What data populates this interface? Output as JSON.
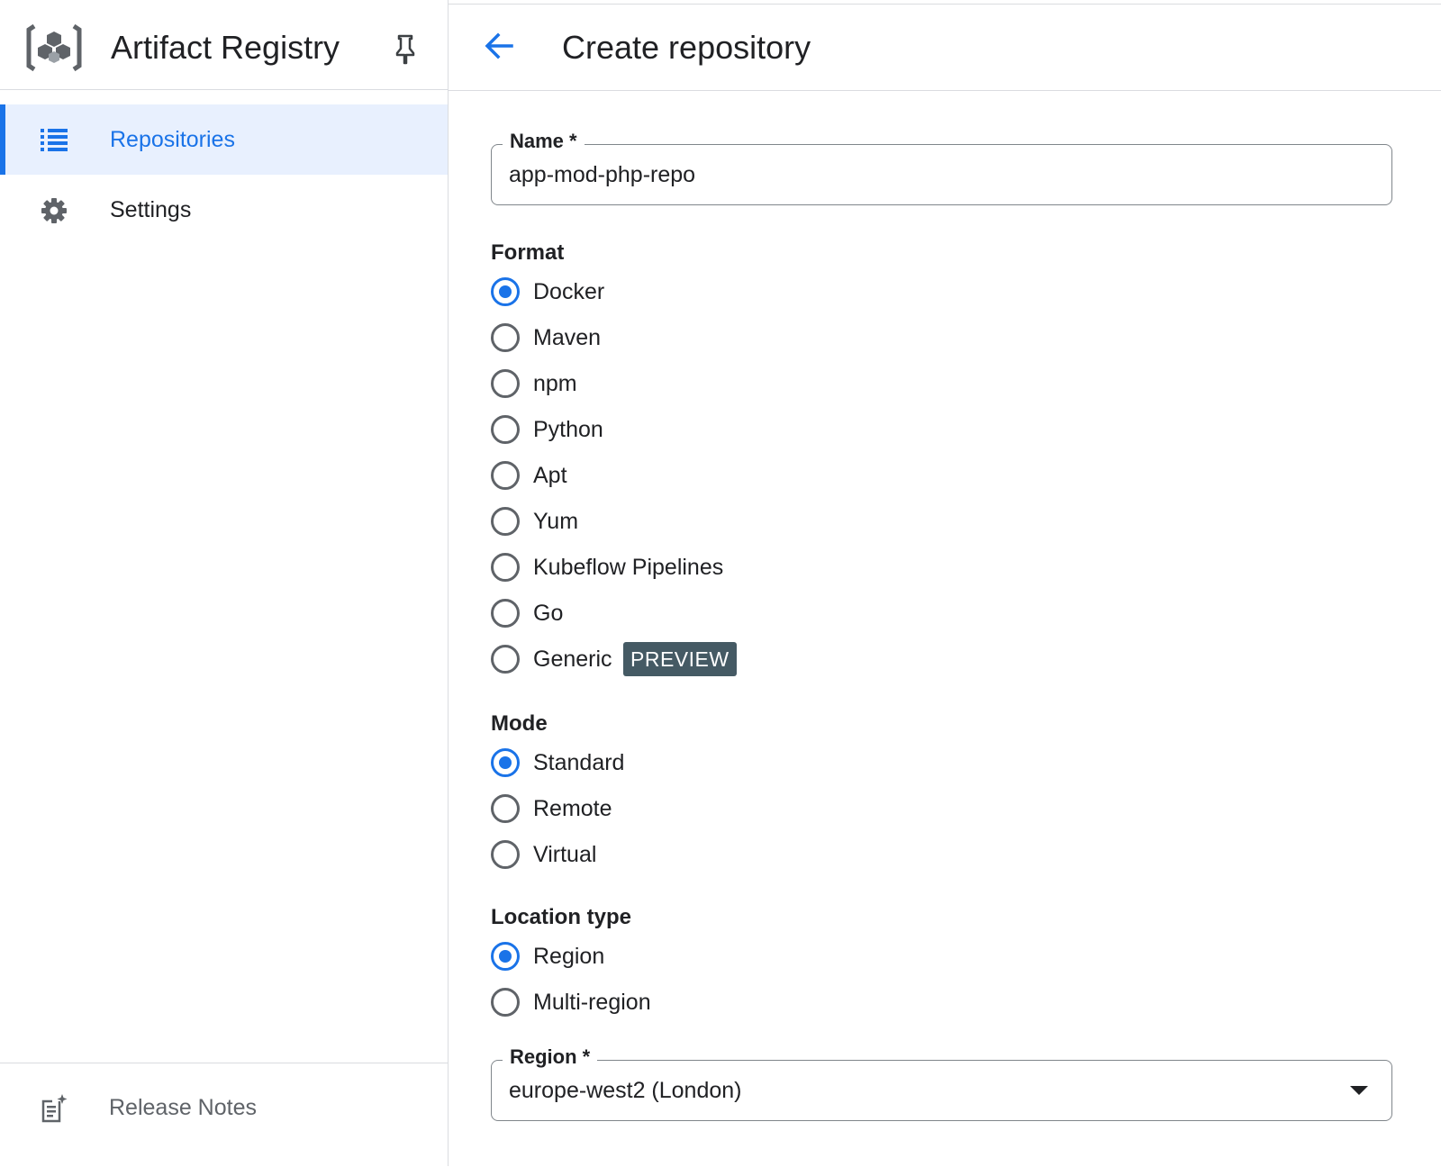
{
  "sidebar": {
    "app_title": "Artifact Registry",
    "logo_icon": "artifact-registry-logo-icon",
    "pin_icon": "pin-icon",
    "items": [
      {
        "label": "Repositories",
        "icon": "list-icon",
        "active": true
      },
      {
        "label": "Settings",
        "icon": "gear-icon",
        "active": false
      }
    ],
    "footer": {
      "label": "Release Notes",
      "icon": "release-notes-icon"
    }
  },
  "header": {
    "title": "Create repository",
    "back_icon": "arrow-back-icon"
  },
  "form": {
    "name": {
      "label": "Name *",
      "value": "app-mod-php-repo"
    },
    "format": {
      "label": "Format",
      "selected": "Docker",
      "options": [
        "Docker",
        "Maven",
        "npm",
        "Python",
        "Apt",
        "Yum",
        "Kubeflow Pipelines",
        "Go",
        "Generic"
      ],
      "badge": "PREVIEW"
    },
    "mode": {
      "label": "Mode",
      "selected": "Standard",
      "options": [
        "Standard",
        "Remote",
        "Virtual"
      ]
    },
    "location_type": {
      "label": "Location type",
      "selected": "Region",
      "options": [
        "Region",
        "Multi-region"
      ]
    },
    "region": {
      "label": "Region *",
      "value": "europe-west2 (London)"
    }
  },
  "colors": {
    "accent": "#1a73e8",
    "badge_bg": "#455a64",
    "active_bg": "#e8f0fe"
  }
}
